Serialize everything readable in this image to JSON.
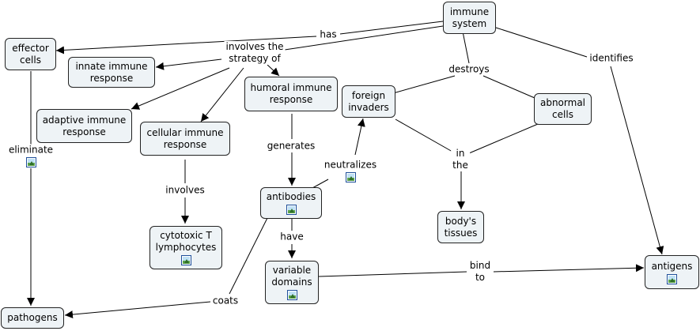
{
  "nodes": {
    "immune_system": "immune\nsystem",
    "effector_cells": "effector\ncells",
    "innate_immune_response": "innate immune\nresponse",
    "humoral_immune_response": "humoral immune\nresponse",
    "foreign_invaders": "foreign\ninvaders",
    "abnormal_cells": "abnormal\ncells",
    "adaptive_immune_response": "adaptive immune\nresponse",
    "cellular_immune_response": "cellular immune\nresponse",
    "antibodies": "antibodies",
    "bodys_tissues": "body's\ntissues",
    "cytotoxic_t_lymphocytes": "cytotoxic T\nlymphocytes",
    "variable_domains": "variable\ndomains",
    "antigens": "antigens",
    "pathogens": "pathogens"
  },
  "links": {
    "has": "has",
    "involves_strategy": "involves the\nstrategy of",
    "destroys": "destroys",
    "identifies": "identifies",
    "eliminate": "eliminate",
    "generates": "generates",
    "neutralizes": "neutralizes",
    "in_the": "in\nthe",
    "involves": "involves",
    "have": "have",
    "bind_to": "bind\nto",
    "coats": "coats"
  },
  "icons": {
    "image_attachment": "image-icon"
  }
}
